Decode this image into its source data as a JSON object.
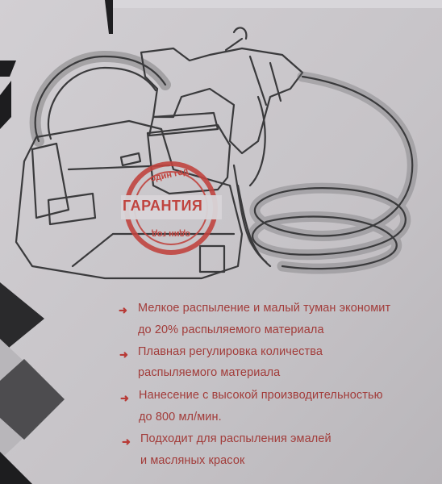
{
  "stamp": {
    "top_text": "один год",
    "main_text": "ГАРАНТИЯ",
    "bottom_text": "один год",
    "color": "#c0443f"
  },
  "features": [
    {
      "line1": "Мелкое распыление и малый туман экономит",
      "line2": "до 20% распыляемого материала"
    },
    {
      "line1": "Плавная регулировка количества",
      "line2": "распыляемого материала"
    },
    {
      "line1": "Нанесение  с высокой производительностью",
      "line2": "до 800 мл/мин."
    },
    {
      "line1": "Подходит для распыления эмалей",
      "line2": "и масляных красок"
    }
  ],
  "colors": {
    "background": "#c9c6c9",
    "line_art": "#3a3a3c",
    "bullet_text": "#a23c3a",
    "bullet_arrow": "#b83a36",
    "dark_shape": "#1d1d1f"
  },
  "icons": [
    "arrow-right-icon",
    "paint-sprayer-illustration",
    "warranty-stamp"
  ]
}
